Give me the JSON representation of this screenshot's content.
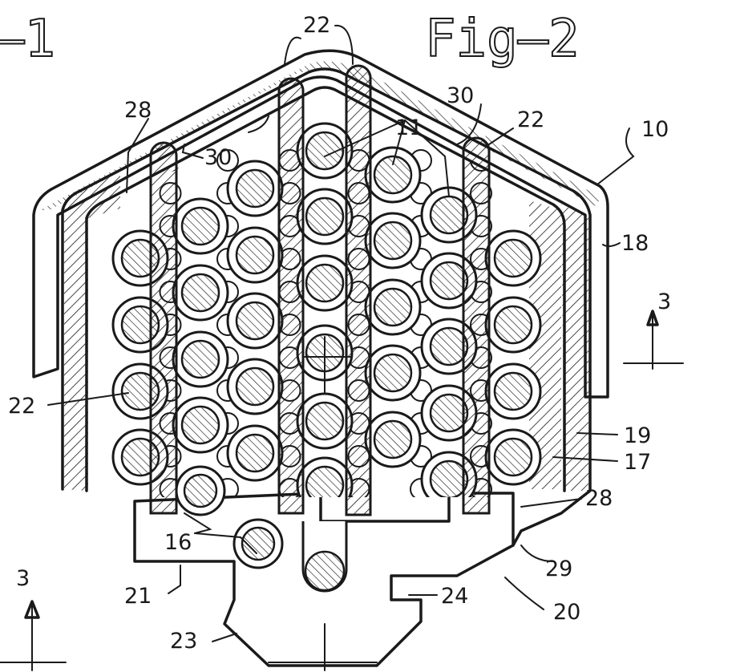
{
  "figure_titles": {
    "left": "—1",
    "right": "Fig—2"
  },
  "labels": {
    "l10": "10",
    "l11": "11",
    "l16": "16",
    "l17": "17",
    "l18": "18",
    "l19": "19",
    "l20": "20",
    "l21": "21",
    "l22_top": "22",
    "l22_right": "22",
    "l22_left": "22",
    "l23": "23",
    "l24": "24",
    "l28_top": "28",
    "l28_right": "28",
    "l29": "29",
    "l30_left": "30",
    "l30_right": "30",
    "l3_left": "3",
    "l3_right": "3"
  },
  "colors": {
    "ink": "#1a1a1a",
    "paper": "#ffffff"
  }
}
